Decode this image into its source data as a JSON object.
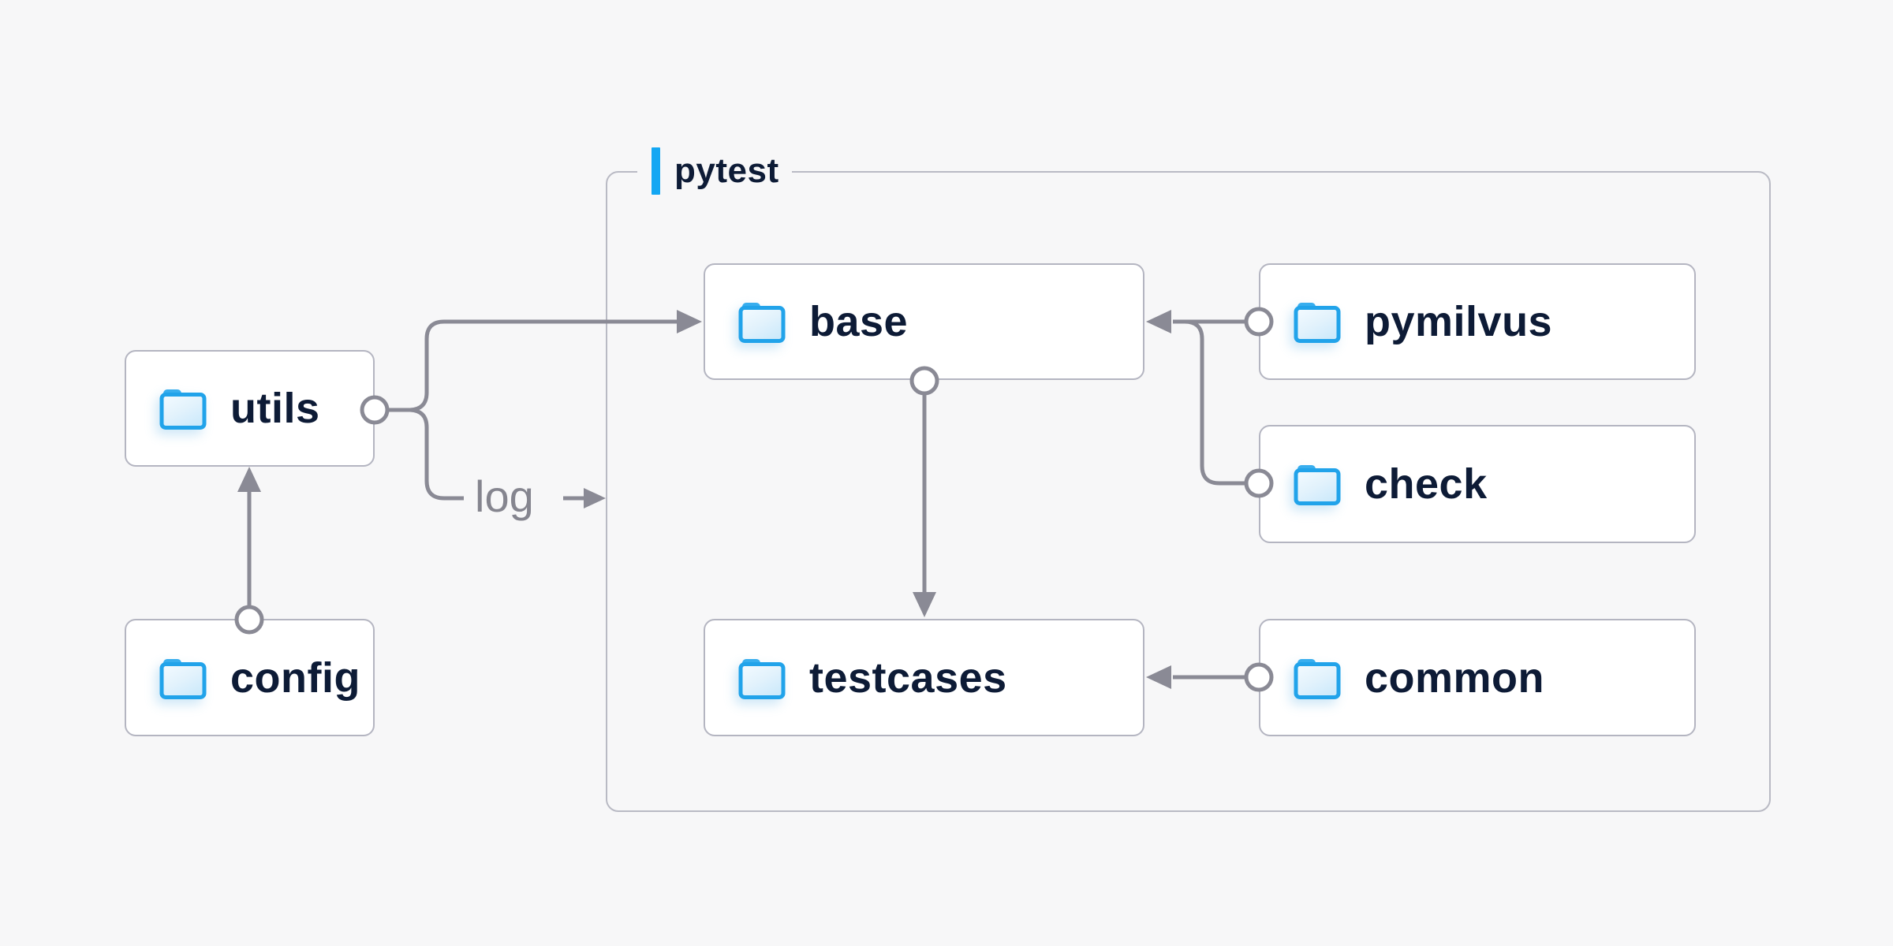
{
  "diagram": {
    "container": {
      "label": "pytest"
    },
    "nodes": [
      {
        "id": "utils",
        "label": "utils"
      },
      {
        "id": "config",
        "label": "config"
      },
      {
        "id": "base",
        "label": "base"
      },
      {
        "id": "testcases",
        "label": "testcases"
      },
      {
        "id": "pymilvus",
        "label": "pymilvus"
      },
      {
        "id": "check",
        "label": "check"
      },
      {
        "id": "common",
        "label": "common"
      }
    ],
    "edge_label": "log",
    "edges": [
      {
        "from": "config",
        "to": "utils"
      },
      {
        "from": "utils",
        "to": "base"
      },
      {
        "from": "utils",
        "to": "log",
        "annotation": "log"
      },
      {
        "from": "pymilvus",
        "to": "base"
      },
      {
        "from": "check",
        "to": "base"
      },
      {
        "from": "base",
        "to": "testcases"
      },
      {
        "from": "common",
        "to": "testcases"
      }
    ],
    "icons": {
      "node_icon": "folder-icon"
    },
    "colors": {
      "background": "#f7f7f8",
      "box_bg": "#ffffff",
      "box_border": "#b4b5c1",
      "container_border": "#b9bac4",
      "connector": "#8a8a95",
      "text": "#0d1b36",
      "accent_bar": "#14a7f3",
      "log_text": "#85858f",
      "folder_stroke": "#21a3ea",
      "folder_tab": "#38aeee"
    }
  }
}
